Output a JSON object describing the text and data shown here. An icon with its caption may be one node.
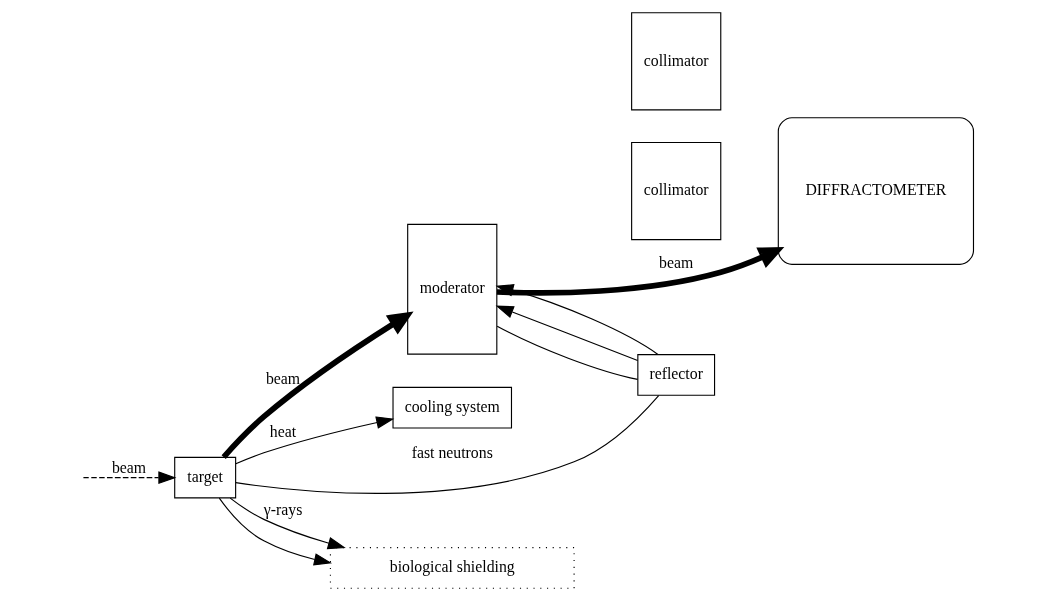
{
  "diagram": {
    "nodes": [
      {
        "text": [
          "target"
        ]
      },
      {
        "text": [
          "moderator"
        ]
      },
      {
        "text": [
          "collimator"
        ]
      },
      {
        "text": [
          "collimator"
        ]
      },
      {
        "text": [
          "DIFFRACTOMETER"
        ]
      },
      {
        "text": [
          "cooling system"
        ]
      },
      {
        "text": [
          "reflector"
        ]
      },
      {
        "text": [
          "biological shielding"
        ]
      }
    ],
    "edges": [
      {
        "from": null,
        "to": 0,
        "arrow": "to",
        "label": "beam",
        "style": "dashed"
      },
      {
        "from": 0,
        "to": 1,
        "arrow": "to",
        "label": "beam",
        "style": "thick"
      },
      {
        "from": 1,
        "to": 4,
        "arrow": "to",
        "label": "beam",
        "style": "thick"
      },
      {
        "from": 0,
        "to": 5,
        "arrow": "to",
        "label": "heat"
      },
      {
        "from": 0,
        "to": 7,
        "arrow": "to",
        "label": "γ-rays"
      },
      {
        "from": 0,
        "to": 7,
        "arrow": "to"
      },
      {
        "from": 0,
        "to": 6,
        "arrow": "none",
        "label": "fast neutrons"
      },
      {
        "from": 6,
        "to": 1,
        "arrow": "to"
      },
      {
        "from": 1,
        "to": 6,
        "arrow": "none"
      },
      {
        "from": 6,
        "to": 1,
        "arrow": "to"
      }
    ]
  }
}
